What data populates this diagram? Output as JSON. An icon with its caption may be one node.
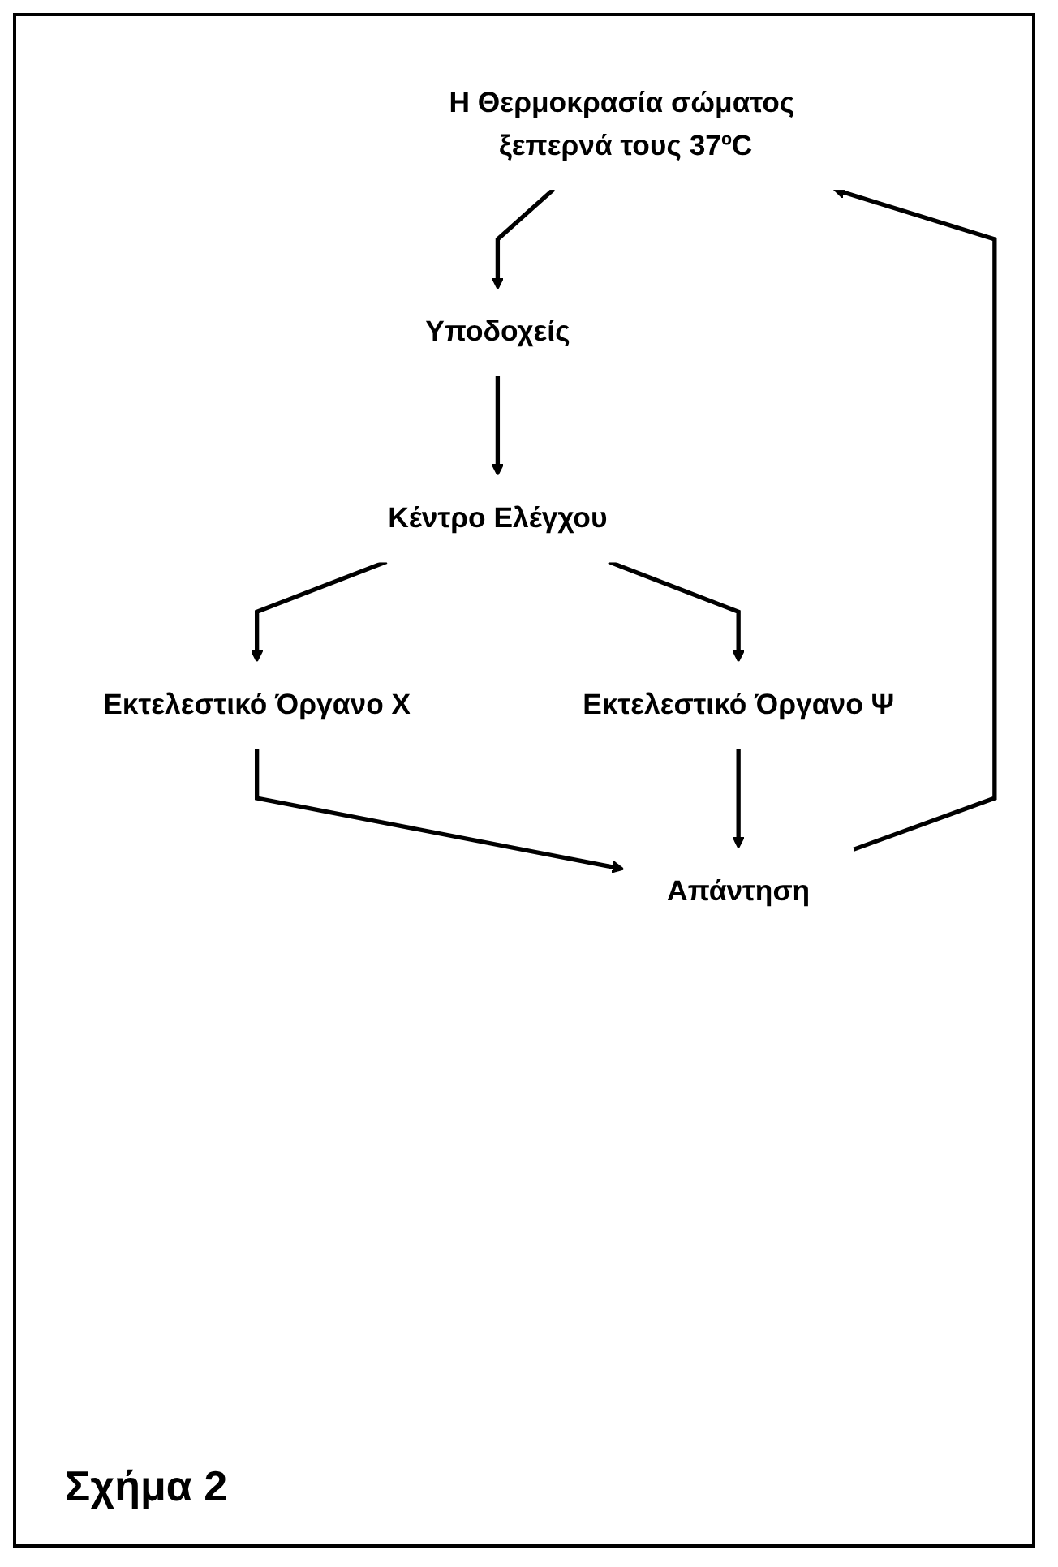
{
  "diagram": {
    "caption": "Σχήμα 2",
    "nodes": [
      {
        "text": [
          "Η Θερμοκρασία σώματος ξεπερνά τους 37ºC"
        ]
      },
      {
        "text": [
          "Υποδοχείς"
        ]
      },
      {
        "text": [
          "Κέντρο Ελέγχου"
        ]
      },
      {
        "text": [
          "Εκτελεστικό Όργανο Χ"
        ]
      },
      {
        "text": [
          "Εκτελεστικό Όργανο Ψ"
        ]
      },
      {
        "text": [
          "Απάντηση"
        ]
      }
    ],
    "edges": [
      {
        "from": 0,
        "to": 1,
        "arrow": "to"
      },
      {
        "from": 1,
        "to": 2,
        "arrow": "to"
      },
      {
        "from": 2,
        "to": 3,
        "arrow": "to"
      },
      {
        "from": 2,
        "to": 4,
        "arrow": "to"
      },
      {
        "from": 3,
        "to": 5,
        "arrow": "to"
      },
      {
        "from": 4,
        "to": 5,
        "arrow": "to"
      },
      {
        "from": 5,
        "to": 0,
        "arrow": "to"
      }
    ]
  }
}
